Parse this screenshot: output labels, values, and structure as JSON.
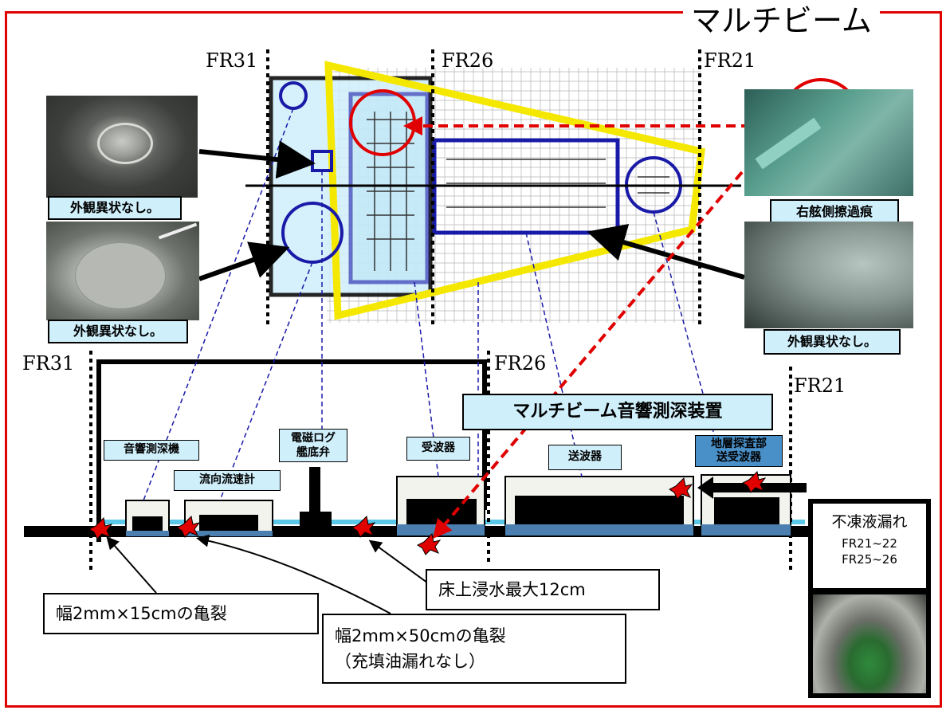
{
  "title": "マルチビーム",
  "frame_labels": {
    "top_fr31": "FR31",
    "top_fr26": "FR26",
    "top_fr21": "FR21",
    "side_fr31": "FR31",
    "side_fr26": "FR26",
    "side_fr21": "FR21"
  },
  "photo_captions": {
    "upper_left": "外観異状なし。",
    "lower_left": "外観異状なし。",
    "upper_right": "右舷側擦過痕",
    "lower_right": "外観異状なし。"
  },
  "system_label": "マルチビーム音響測深装置",
  "devices": {
    "echo_sounder": "音響測深機",
    "current_meter": "流向流速計",
    "em_log_line1": "電磁ログ",
    "em_log_line2": "艦底弁",
    "receiver": "受波器",
    "transmitter": "送波器",
    "sub_bottom_line1": "地層探査部",
    "sub_bottom_line2": "送受波器"
  },
  "callouts": {
    "crack_15": "幅2mm×15cmの亀裂",
    "crack_50_line1": "幅2mm×50cmの亀裂",
    "crack_50_line2": "（充填油漏れなし）",
    "flooding": "床上浸水最大12cm",
    "antifreeze_title": "不凍液漏れ",
    "antifreeze_range1": "FR21~22",
    "antifreeze_range2": "FR25~26"
  }
}
